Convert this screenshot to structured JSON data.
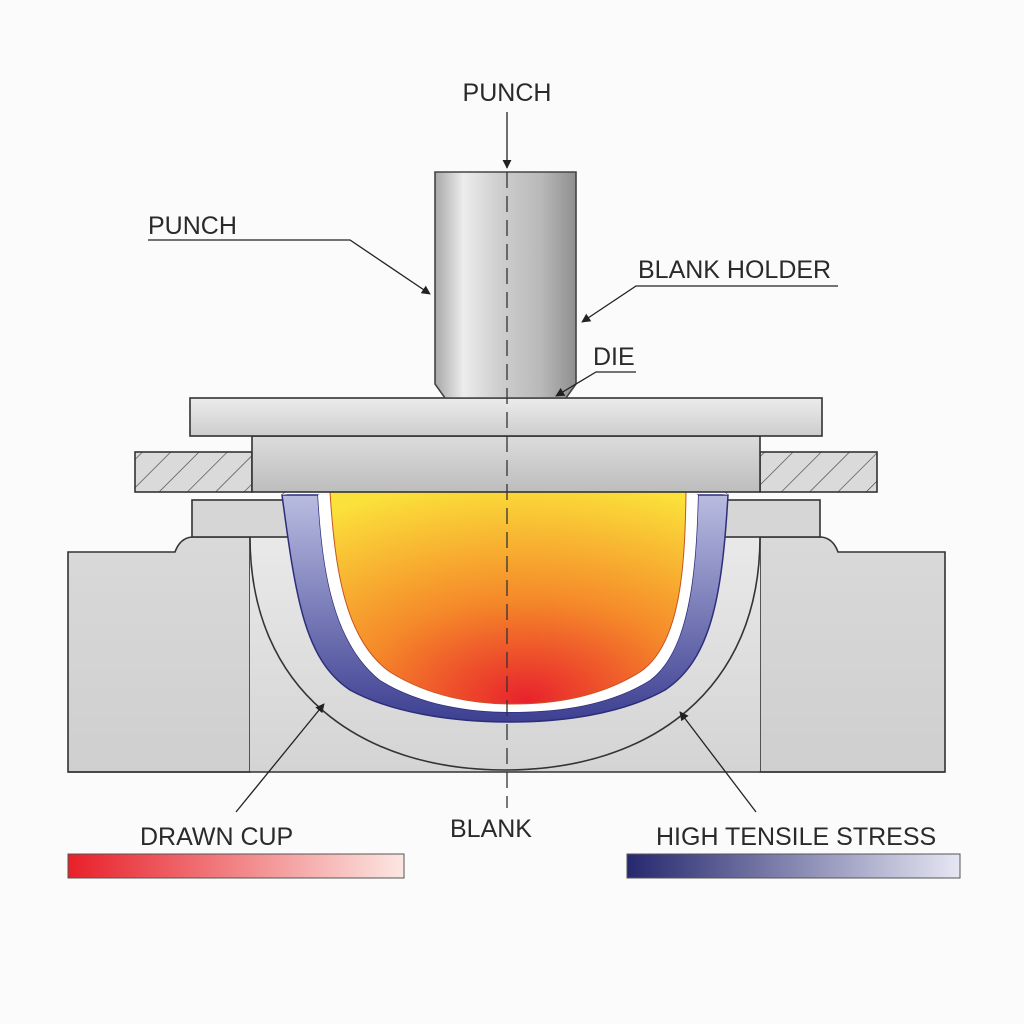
{
  "labels": {
    "punch_top": "PUNCH",
    "punch_side": "PUNCH",
    "blank_holder": "BLANK HOLDER",
    "die": "DIE",
    "drawn_cup": "DRAWN CUP",
    "blank": "BLANK",
    "high_tensile_stress": "HIGH TENSILE STRESS"
  },
  "legend": {
    "drawn_cup": {
      "from": "#e8202a",
      "to": "#fbe7e2"
    },
    "high_tensile_stress": {
      "from": "#26286e",
      "to": "#e6e6f3"
    }
  },
  "colors": {
    "cup_hot": "#e8222c",
    "cup_mid": "#f5892a",
    "cup_warm": "#fbe23a",
    "stress_band": "#3d3f92",
    "steel_light": "#f1f1f1",
    "steel_dark": "#a9a9a9"
  }
}
